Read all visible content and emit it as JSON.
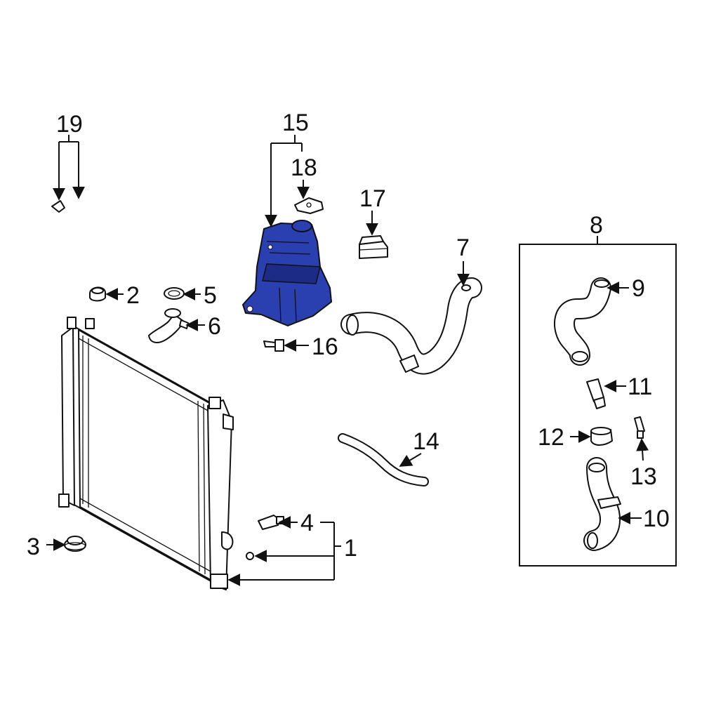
{
  "callouts": {
    "c1": "1",
    "c2": "2",
    "c3": "3",
    "c4": "4",
    "c5": "5",
    "c6": "6",
    "c7": "7",
    "c8": "8",
    "c9": "9",
    "c10": "10",
    "c11": "11",
    "c12": "12",
    "c13": "13",
    "c14": "14",
    "c15": "15",
    "c16": "16",
    "c17": "17",
    "c18": "18",
    "c19": "19"
  },
  "colors": {
    "highlight": "#2a3fb0",
    "line": "#111111",
    "background": "#ffffff"
  }
}
